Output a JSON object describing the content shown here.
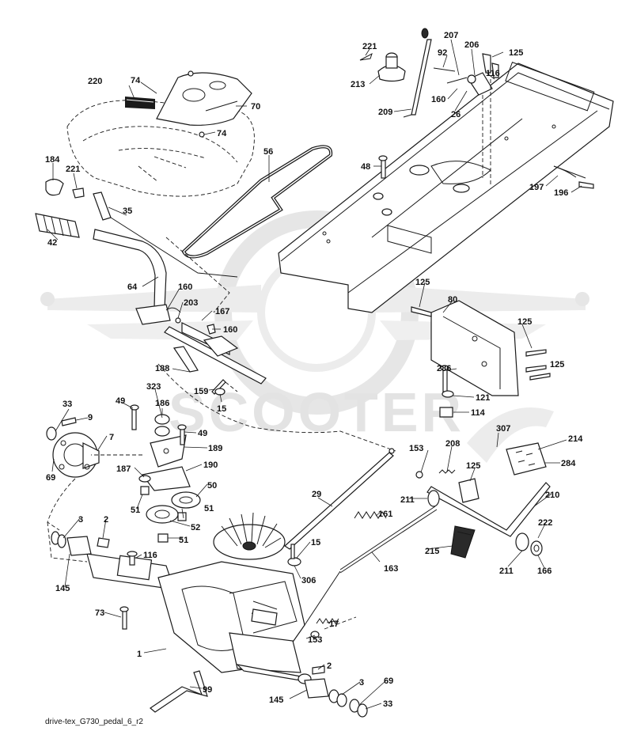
{
  "watermark": {
    "text": "SCOOTER"
  },
  "caption": "drive-tex_G730_pedal_6_r2",
  "callouts": [
    {
      "id": "c221a",
      "text": "221"
    },
    {
      "id": "c213",
      "text": "213"
    },
    {
      "id": "c209",
      "text": "209"
    },
    {
      "id": "c92",
      "text": "92"
    },
    {
      "id": "c207",
      "text": "207"
    },
    {
      "id": "c206",
      "text": "206"
    },
    {
      "id": "c125a",
      "text": "125"
    },
    {
      "id": "c116a",
      "text": "116"
    },
    {
      "id": "c160a",
      "text": "160"
    },
    {
      "id": "c26",
      "text": "26"
    },
    {
      "id": "c220",
      "text": "220"
    },
    {
      "id": "c74a",
      "text": "74"
    },
    {
      "id": "c70",
      "text": "70"
    },
    {
      "id": "c74b",
      "text": "74"
    },
    {
      "id": "c56",
      "text": "56"
    },
    {
      "id": "c48",
      "text": "48"
    },
    {
      "id": "c184",
      "text": "184"
    },
    {
      "id": "c221b",
      "text": "221"
    },
    {
      "id": "c35",
      "text": "35"
    },
    {
      "id": "c42",
      "text": "42"
    },
    {
      "id": "c197",
      "text": "197"
    },
    {
      "id": "c196",
      "text": "196"
    },
    {
      "id": "c64",
      "text": "64"
    },
    {
      "id": "c160b",
      "text": "160"
    },
    {
      "id": "c203",
      "text": "203"
    },
    {
      "id": "c167",
      "text": "167"
    },
    {
      "id": "c160c",
      "text": "160"
    },
    {
      "id": "c125b",
      "text": "125"
    },
    {
      "id": "c80",
      "text": "80"
    },
    {
      "id": "c125c",
      "text": "125"
    },
    {
      "id": "c125d",
      "text": "125"
    },
    {
      "id": "c188",
      "text": "188"
    },
    {
      "id": "c286",
      "text": "286"
    },
    {
      "id": "c323",
      "text": "323"
    },
    {
      "id": "c159",
      "text": "159"
    },
    {
      "id": "c15a",
      "text": "15"
    },
    {
      "id": "c121",
      "text": "121"
    },
    {
      "id": "c114",
      "text": "114"
    },
    {
      "id": "c33a",
      "text": "33"
    },
    {
      "id": "c9",
      "text": "9"
    },
    {
      "id": "c49a",
      "text": "49"
    },
    {
      "id": "c186",
      "text": "186"
    },
    {
      "id": "c49b",
      "text": "49"
    },
    {
      "id": "c7",
      "text": "7"
    },
    {
      "id": "c189",
      "text": "189"
    },
    {
      "id": "c307",
      "text": "307"
    },
    {
      "id": "c214",
      "text": "214"
    },
    {
      "id": "c153a",
      "text": "153"
    },
    {
      "id": "c208",
      "text": "208"
    },
    {
      "id": "c284",
      "text": "284"
    },
    {
      "id": "c69a",
      "text": "69"
    },
    {
      "id": "c187",
      "text": "187"
    },
    {
      "id": "c190",
      "text": "190"
    },
    {
      "id": "c125e",
      "text": "125"
    },
    {
      "id": "c50",
      "text": "50"
    },
    {
      "id": "c29",
      "text": "29"
    },
    {
      "id": "c51a",
      "text": "51"
    },
    {
      "id": "c51b",
      "text": "51"
    },
    {
      "id": "c211a",
      "text": "211"
    },
    {
      "id": "c210",
      "text": "210"
    },
    {
      "id": "c161",
      "text": "161"
    },
    {
      "id": "c3a",
      "text": "3"
    },
    {
      "id": "c2a",
      "text": "2"
    },
    {
      "id": "c52",
      "text": "52"
    },
    {
      "id": "c51c",
      "text": "51"
    },
    {
      "id": "c222",
      "text": "222"
    },
    {
      "id": "c15b",
      "text": "15"
    },
    {
      "id": "c215",
      "text": "215"
    },
    {
      "id": "c116b",
      "text": "116"
    },
    {
      "id": "c163",
      "text": "163"
    },
    {
      "id": "c211b",
      "text": "211"
    },
    {
      "id": "c166",
      "text": "166"
    },
    {
      "id": "c306",
      "text": "306"
    },
    {
      "id": "c145a",
      "text": "145"
    },
    {
      "id": "c73",
      "text": "73"
    },
    {
      "id": "c17",
      "text": "17"
    },
    {
      "id": "c153b",
      "text": "153"
    },
    {
      "id": "c1",
      "text": "1"
    },
    {
      "id": "c2b",
      "text": "2"
    },
    {
      "id": "c99",
      "text": "99"
    },
    {
      "id": "c3b",
      "text": "3"
    },
    {
      "id": "c69b",
      "text": "69"
    },
    {
      "id": "c145b",
      "text": "145"
    },
    {
      "id": "c33b",
      "text": "33"
    }
  ]
}
